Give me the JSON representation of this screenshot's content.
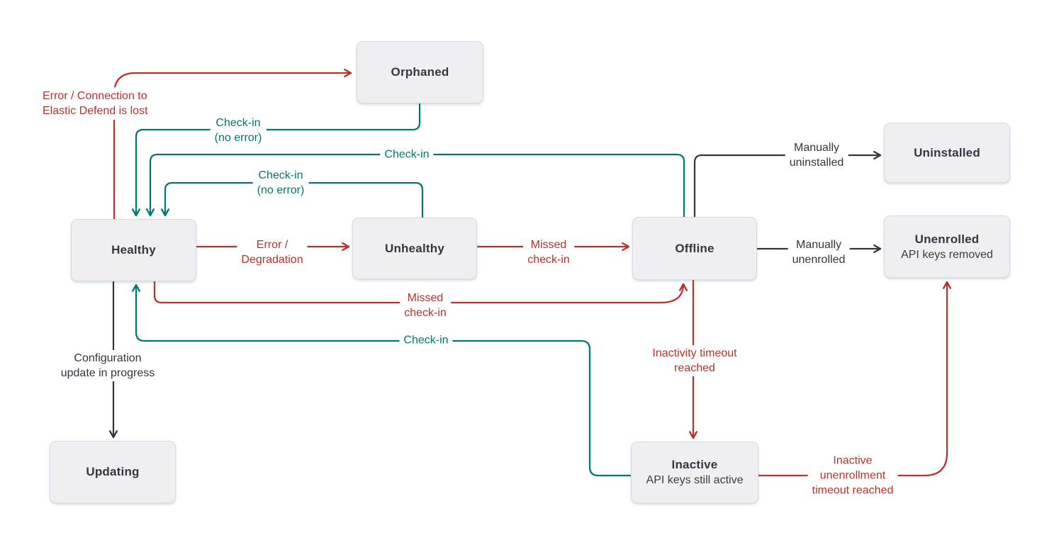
{
  "diagram": {
    "subject": "agent-status-state-diagram",
    "colors": {
      "transition_error": "#b8312a",
      "transition_checkin": "#00786e",
      "transition_manual": "#33363f",
      "node_fill": "#efeef0",
      "node_border": "#d5dbe5",
      "node_text": "#343741"
    },
    "nodes": [
      {
        "id": "orphaned",
        "label": "Orphaned"
      },
      {
        "id": "uninstalled",
        "label": "Uninstalled"
      },
      {
        "id": "healthy",
        "label": "Healthy"
      },
      {
        "id": "unhealthy",
        "label": "Unhealthy"
      },
      {
        "id": "offline",
        "label": "Offline"
      },
      {
        "id": "unenrolled",
        "label": "Unenrolled",
        "sublabel": "API keys removed"
      },
      {
        "id": "updating",
        "label": "Updating"
      },
      {
        "id": "inactive",
        "label": "Inactive",
        "sublabel": "API keys still active"
      }
    ],
    "edges": [
      {
        "id": "healthy-to-orphaned",
        "from": "healthy",
        "to": "orphaned",
        "color": "red",
        "label": "Error / Connection to\nElastic Defend is lost"
      },
      {
        "id": "orphaned-to-healthy",
        "from": "orphaned",
        "to": "healthy",
        "color": "teal",
        "label": "Check-in\n(no error)"
      },
      {
        "id": "offline-to-healthy",
        "from": "offline",
        "to": "healthy",
        "color": "teal",
        "label": "Check-in"
      },
      {
        "id": "unhealthy-to-healthy",
        "from": "unhealthy",
        "to": "healthy",
        "color": "teal",
        "label": "Check-in\n(no error)"
      },
      {
        "id": "healthy-to-unhealthy",
        "from": "healthy",
        "to": "unhealthy",
        "color": "red",
        "label": "Error /\nDegradation"
      },
      {
        "id": "unhealthy-to-offline",
        "from": "unhealthy",
        "to": "offline",
        "color": "red",
        "label": "Missed\ncheck-in"
      },
      {
        "id": "offline-to-uninstalled",
        "from": "offline",
        "to": "uninstalled",
        "color": "dark",
        "label": "Manually\nuninstalled"
      },
      {
        "id": "offline-to-unenrolled",
        "from": "offline",
        "to": "unenrolled",
        "color": "dark",
        "label": "Manually\nunenrolled"
      },
      {
        "id": "healthy-to-offline",
        "from": "healthy",
        "to": "offline",
        "color": "red",
        "label": "Missed\ncheck-in"
      },
      {
        "id": "inactive-to-healthy",
        "from": "inactive",
        "to": "healthy",
        "color": "teal",
        "label": "Check-in"
      },
      {
        "id": "healthy-to-updating",
        "from": "healthy",
        "to": "updating",
        "color": "dark",
        "label": "Configuration\nupdate in progress"
      },
      {
        "id": "offline-to-inactive",
        "from": "offline",
        "to": "inactive",
        "color": "red",
        "label": "Inactivity timeout\nreached"
      },
      {
        "id": "inactive-to-unenrolled",
        "from": "inactive",
        "to": "unenrolled",
        "color": "red",
        "label": "Inactive\nunenrollment\ntimeout reached"
      }
    ]
  }
}
